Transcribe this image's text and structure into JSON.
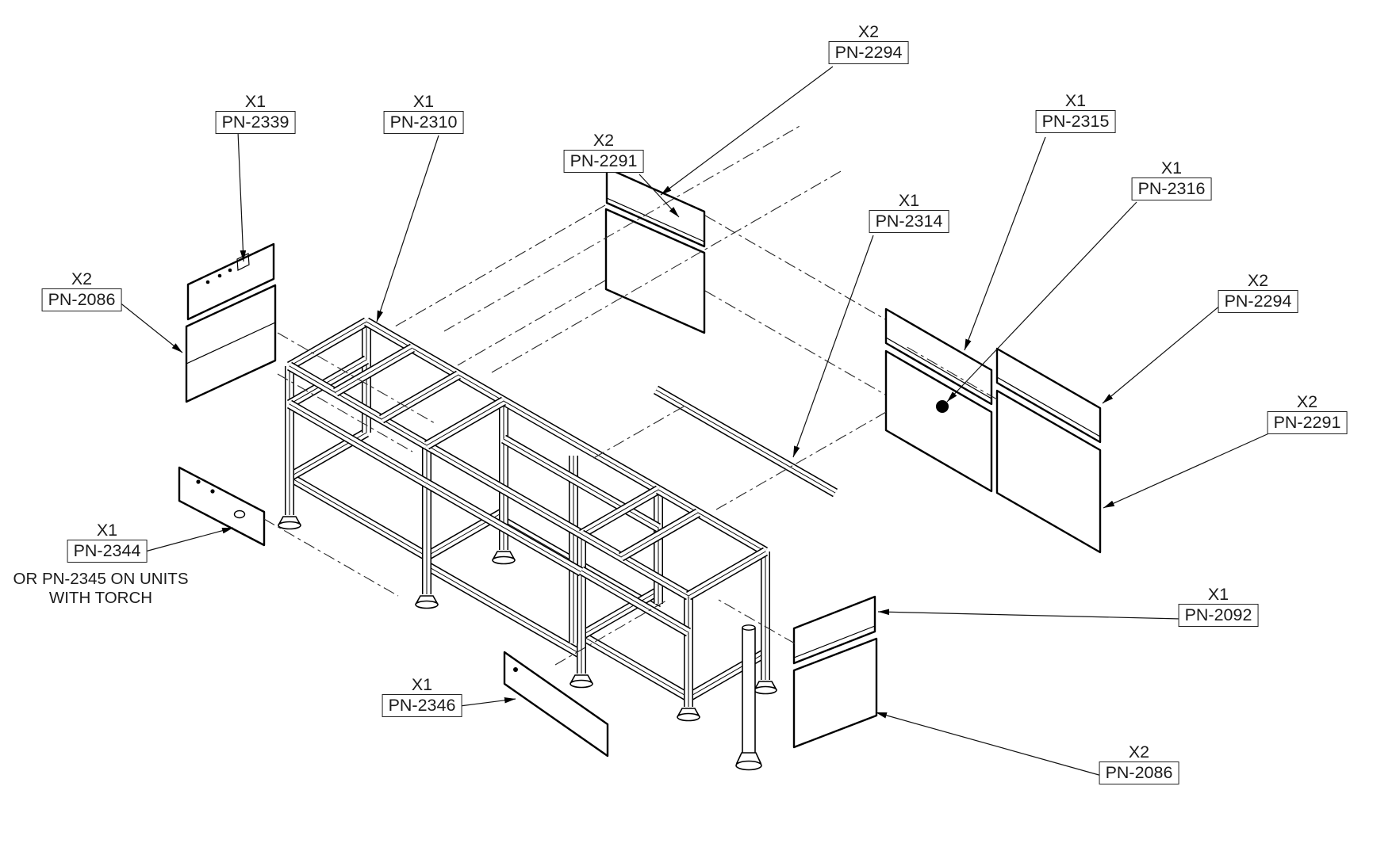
{
  "page": {
    "background": "#ffffff",
    "line_color": "#000000"
  },
  "drawing": {
    "note": {
      "line1": "OR PN-2345 ON UNITS",
      "line2": "WITH TORCH"
    },
    "callouts": [
      {
        "qty": "X2",
        "pn": "PN-2294"
      },
      {
        "qty": "X1",
        "pn": "PN-2339"
      },
      {
        "qty": "X1",
        "pn": "PN-2310"
      },
      {
        "qty": "X2",
        "pn": "PN-2291"
      },
      {
        "qty": "X1",
        "pn": "PN-2315"
      },
      {
        "qty": "X1",
        "pn": "PN-2316"
      },
      {
        "qty": "X1",
        "pn": "PN-2314"
      },
      {
        "qty": "X2",
        "pn": "PN-2086"
      },
      {
        "qty": "X2",
        "pn": "PN-2294"
      },
      {
        "qty": "X2",
        "pn": "PN-2291"
      },
      {
        "qty": "X1",
        "pn": "PN-2344"
      },
      {
        "qty": "X1",
        "pn": "PN-2092"
      },
      {
        "qty": "X1",
        "pn": "PN-2346"
      },
      {
        "qty": "X2",
        "pn": "PN-2086"
      }
    ]
  }
}
